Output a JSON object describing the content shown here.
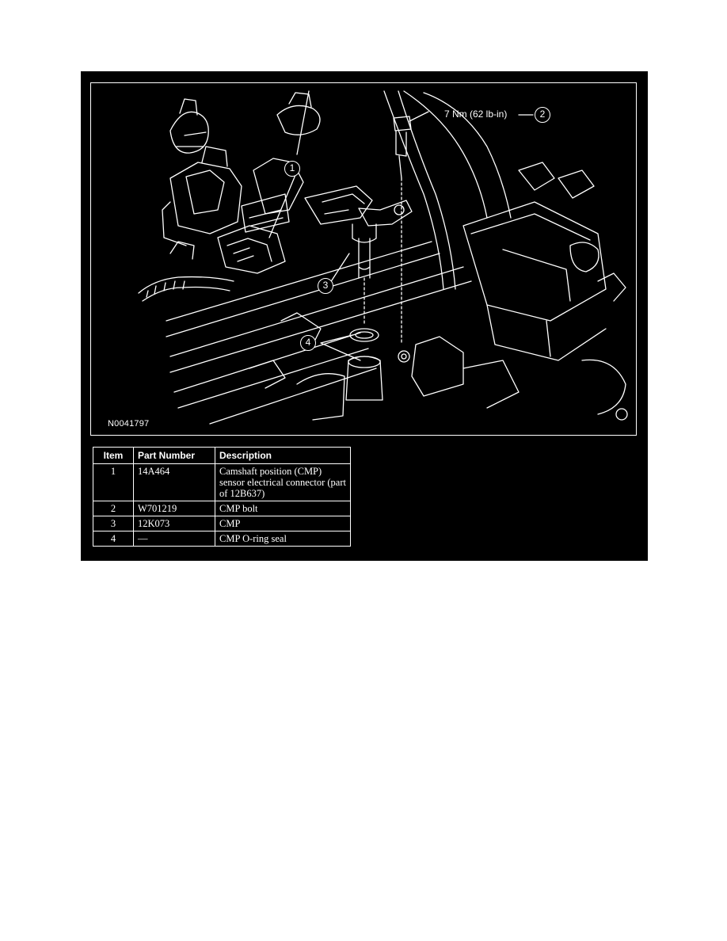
{
  "figure": {
    "id_label": "N0041797",
    "torque_label": "7 Nm (62 lb-in)",
    "callouts": [
      "1",
      "2",
      "3",
      "4"
    ]
  },
  "parts_table": {
    "headers": [
      "Item",
      "Part Number",
      "Description"
    ],
    "rows": [
      {
        "item": "1",
        "part_number": "14A464",
        "description": "Camshaft position (CMP) sensor electrical connector (part of 12B637)"
      },
      {
        "item": "2",
        "part_number": "W701219",
        "description": "CMP bolt"
      },
      {
        "item": "3",
        "part_number": "12K073",
        "description": "CMP"
      },
      {
        "item": "4",
        "part_number": "—",
        "description": "CMP O-ring seal"
      }
    ]
  },
  "colors": {
    "panel": "#000000",
    "line": "#ffffff",
    "page": "#ffffff"
  }
}
